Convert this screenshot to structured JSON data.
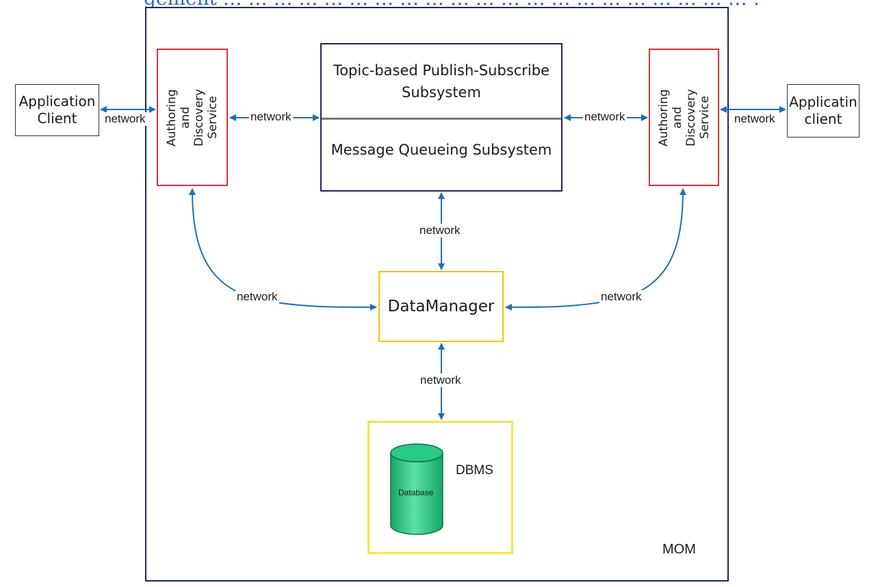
{
  "title_fragment": "gement … … … … … … … … … … … … … … … … … … … … … … … … … … … ging Queueing",
  "colors": {
    "arrow": "#1f6fb2",
    "red_border": "#d9303a",
    "yellow_border": "#f2c200",
    "navy_border": "#1a2a55",
    "database_fill": "#20c07a"
  },
  "mom": {
    "label": "MOM"
  },
  "left_client": {
    "label": "Application\nClient"
  },
  "right_client": {
    "label": "Applicatin\nclient"
  },
  "left_service": {
    "label": "Authoring\nand\nDiscovery\nService"
  },
  "right_service": {
    "label": "Authoring\nand\nDiscovery\nService"
  },
  "pubsub": {
    "top_label": "Topic-based Publish-Subscribe\nSubsystem",
    "bottom_label": "Message Queueing Subsystem"
  },
  "datamanager": {
    "label": "DataManager"
  },
  "dbms": {
    "label": "DBMS",
    "database_label": "Database"
  },
  "network_labels": {
    "left_client_link": "network",
    "left_service_link": "network",
    "right_service_link": "network",
    "right_client_link": "network",
    "pubsub_to_dm": "network",
    "left_curve": "network",
    "right_curve": "network",
    "dm_to_dbms": "network"
  }
}
